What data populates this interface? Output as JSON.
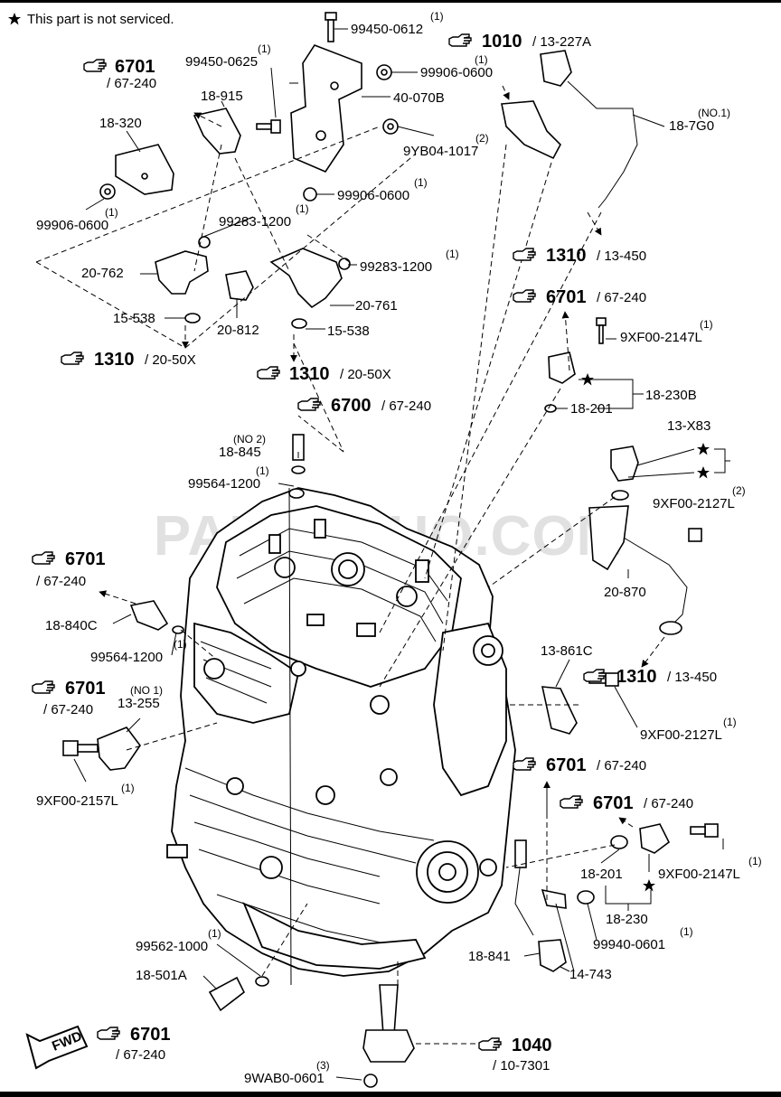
{
  "note": "This part is not serviced.",
  "watermark": "PARTSOUQ.COM",
  "fwd": "FWD",
  "parts": [
    {
      "id": "p1",
      "code": "99450-0612",
      "qty": "(1)"
    },
    {
      "id": "p2",
      "code": "99906-0600",
      "qty": "(1)"
    },
    {
      "id": "p3",
      "code": "40-070B",
      "qty": ""
    },
    {
      "id": "p4",
      "code": "99450-0625",
      "qty": "(1)"
    },
    {
      "id": "p5",
      "code": "18-915",
      "qty": ""
    },
    {
      "id": "p6",
      "code": "18-320",
      "qty": ""
    },
    {
      "id": "p7",
      "code": "9YB04-1017",
      "qty": "(2)"
    },
    {
      "id": "p8",
      "code": "99906-0600",
      "qty": "(1)"
    },
    {
      "id": "p9",
      "code": "99906-0600",
      "qty": "(1)"
    },
    {
      "id": "p10",
      "code": "99283-1200",
      "qty": "(1)"
    },
    {
      "id": "p11",
      "code": "99283-1200",
      "qty": "(1)"
    },
    {
      "id": "p12",
      "code": "20-762",
      "qty": ""
    },
    {
      "id": "p13",
      "code": "20-761",
      "qty": ""
    },
    {
      "id": "p14",
      "code": "20-812",
      "qty": ""
    },
    {
      "id": "p15",
      "code": "15-538",
      "qty": ""
    },
    {
      "id": "p16",
      "code": "15-538",
      "qty": ""
    },
    {
      "id": "p17",
      "code": "18-7G0",
      "qty": "(NO.1)"
    },
    {
      "id": "p18",
      "code": "9XF00-2147L",
      "qty": "(1)"
    },
    {
      "id": "p19",
      "code": "18-230B",
      "qty": ""
    },
    {
      "id": "p20",
      "code": "18-201",
      "qty": ""
    },
    {
      "id": "p21",
      "code": "13-X83",
      "qty": ""
    },
    {
      "id": "p22",
      "code": "9XF00-2127L",
      "qty": "(2)"
    },
    {
      "id": "p23",
      "code": "18-845",
      "qty": "(NO 2)"
    },
    {
      "id": "p24",
      "code": "99564-1200",
      "qty": "(1)"
    },
    {
      "id": "p25",
      "code": "20-870",
      "qty": ""
    },
    {
      "id": "p26",
      "code": "18-840C",
      "qty": ""
    },
    {
      "id": "p27",
      "code": "99564-1200",
      "qty": "(1)"
    },
    {
      "id": "p28",
      "code": "13-861C",
      "qty": ""
    },
    {
      "id": "p29",
      "code": "13-255",
      "qty": "(NO 1)"
    },
    {
      "id": "p30",
      "code": "9XF00-2127L",
      "qty": "(1)"
    },
    {
      "id": "p31",
      "code": "9XF00-2157L",
      "qty": "(1)"
    },
    {
      "id": "p32",
      "code": "18-201",
      "qty": ""
    },
    {
      "id": "p33",
      "code": "9XF00-2147L",
      "qty": "(1)"
    },
    {
      "id": "p34",
      "code": "18-230",
      "qty": ""
    },
    {
      "id": "p35",
      "code": "99940-0601",
      "qty": "(1)"
    },
    {
      "id": "p36",
      "code": "99562-1000",
      "qty": "(1)"
    },
    {
      "id": "p37",
      "code": "18-841",
      "qty": ""
    },
    {
      "id": "p38",
      "code": "18-501A",
      "qty": ""
    },
    {
      "id": "p39",
      "code": "14-743",
      "qty": ""
    },
    {
      "id": "p40",
      "code": "9WAB0-0601",
      "qty": "(3)"
    }
  ],
  "refs": [
    {
      "id": "r1",
      "num": "1010",
      "sub": "/ 13-227A"
    },
    {
      "id": "r2",
      "num": "6701",
      "sub": "/ 67-240"
    },
    {
      "id": "r3",
      "num": "1310",
      "sub": "/ 13-450"
    },
    {
      "id": "r4",
      "num": "6701",
      "sub": "/ 67-240"
    },
    {
      "id": "r5",
      "num": "1310",
      "sub": "/ 20-50X"
    },
    {
      "id": "r6",
      "num": "1310",
      "sub": "/ 20-50X"
    },
    {
      "id": "r7",
      "num": "6700",
      "sub": "/ 67-240"
    },
    {
      "id": "r8",
      "num": "6701",
      "sub": "/ 67-240"
    },
    {
      "id": "r9",
      "num": "1310",
      "sub": "/ 13-450"
    },
    {
      "id": "r10",
      "num": "6701",
      "sub": "/ 67-240"
    },
    {
      "id": "r11",
      "num": "6701",
      "sub": "/ 67-240"
    },
    {
      "id": "r12",
      "num": "6701",
      "sub": "/ 67-240"
    },
    {
      "id": "r13",
      "num": "6701",
      "sub": "/ 67-240"
    },
    {
      "id": "r14",
      "num": "1040",
      "sub": "/ 10-7301"
    }
  ]
}
